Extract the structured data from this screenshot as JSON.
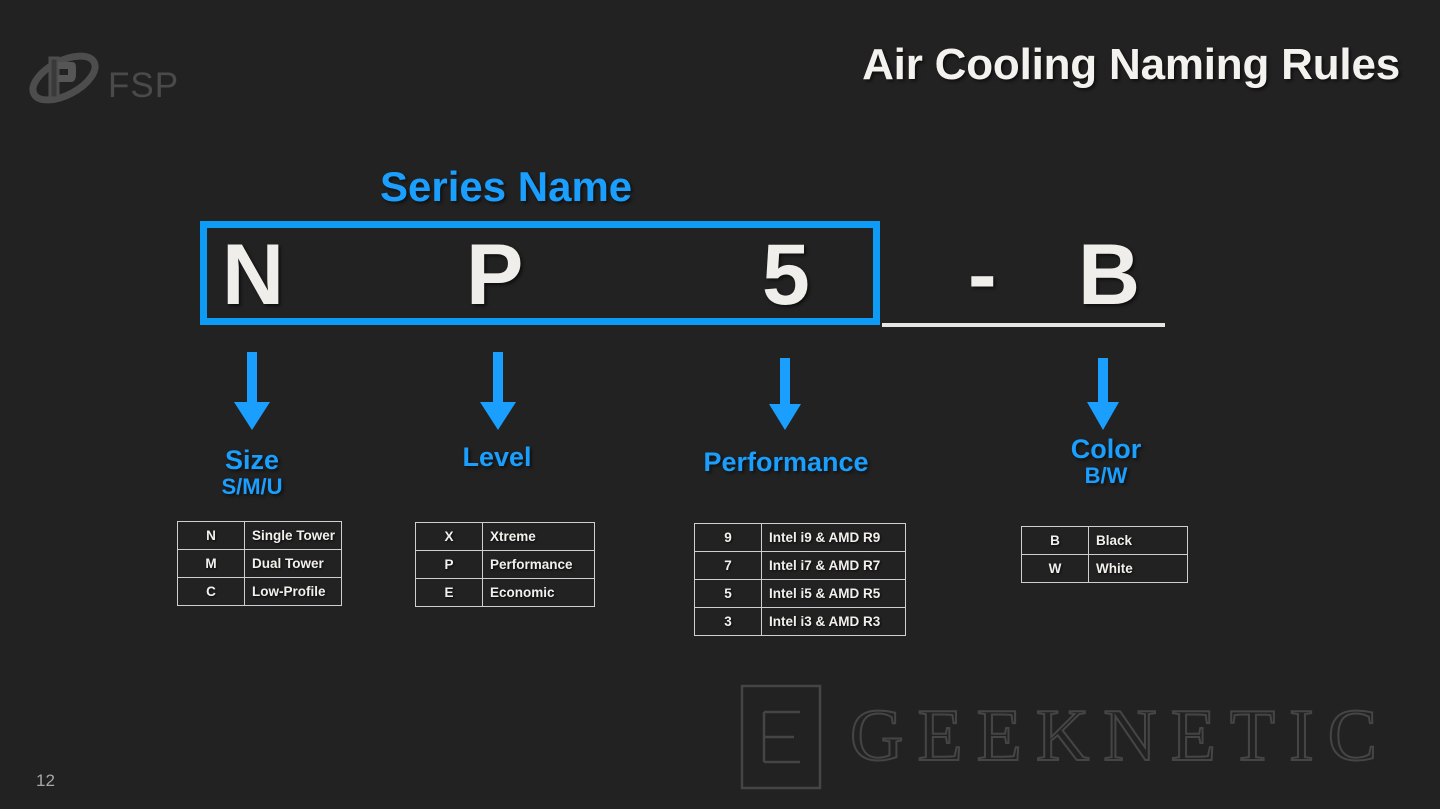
{
  "brand": {
    "logo_icon": "fsp-logo-icon",
    "name": "FSP"
  },
  "header": {
    "title": "Air Cooling Naming Rules"
  },
  "diagram": {
    "series_name_label": "Series Name",
    "code": {
      "chars": [
        {
          "id": "size",
          "text": "N"
        },
        {
          "id": "level",
          "text": "P"
        },
        {
          "id": "performance",
          "text": "5"
        },
        {
          "id": "separator",
          "text": "-"
        },
        {
          "id": "color",
          "text": "B"
        }
      ]
    },
    "segments": [
      {
        "id": "size",
        "label": "Size",
        "sublabel": "S/M/U",
        "arrow_icon": "down-arrow-icon",
        "rows": [
          {
            "key": "N",
            "value": "Single Tower"
          },
          {
            "key": "M",
            "value": "Dual Tower"
          },
          {
            "key": "C",
            "value": "Low-Profile"
          }
        ]
      },
      {
        "id": "level",
        "label": "Level",
        "sublabel": "",
        "arrow_icon": "down-arrow-icon",
        "rows": [
          {
            "key": "X",
            "value": "Xtreme"
          },
          {
            "key": "P",
            "value": "Performance"
          },
          {
            "key": "E",
            "value": "Economic"
          }
        ]
      },
      {
        "id": "performance",
        "label": "Performance",
        "sublabel": "",
        "arrow_icon": "down-arrow-icon",
        "rows": [
          {
            "key": "9",
            "value": "Intel i9 & AMD R9"
          },
          {
            "key": "7",
            "value": "Intel i7 & AMD R7"
          },
          {
            "key": "5",
            "value": "Intel i5 & AMD R5"
          },
          {
            "key": "3",
            "value": "Intel i3 & AMD R3"
          }
        ]
      },
      {
        "id": "color",
        "label": "Color",
        "sublabel": "B/W",
        "arrow_icon": "down-arrow-icon",
        "rows": [
          {
            "key": "B",
            "value": "Black"
          },
          {
            "key": "W",
            "value": "White"
          }
        ]
      }
    ]
  },
  "footer": {
    "page_number": "12"
  },
  "watermark": {
    "text": "GEEKNETIC",
    "mark_letter": "E"
  },
  "colors": {
    "background": "#222222",
    "accent_blue": "#1a9fff",
    "box_border_blue": "#0d9bf5",
    "text_white": "#f0eeea",
    "table_border": "#cfcfcf",
    "logo_gray": "#4a4a4a",
    "page_num_gray": "#a9a7a3"
  }
}
